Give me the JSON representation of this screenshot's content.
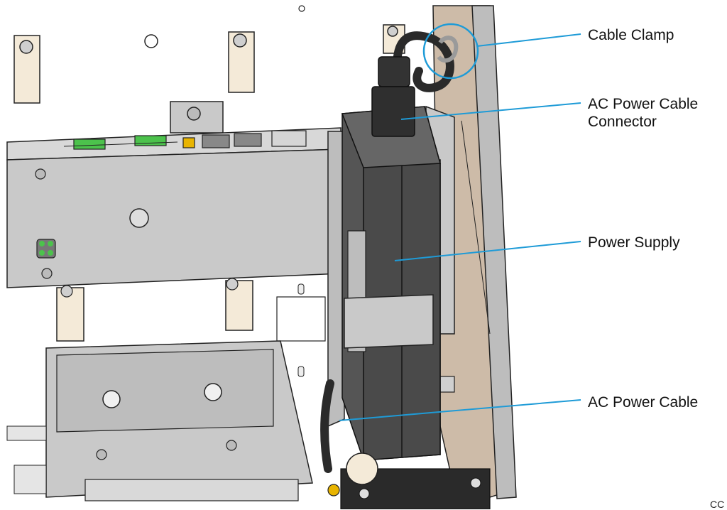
{
  "figure": {
    "callouts": [
      {
        "label": "Cable Clamp"
      },
      {
        "label": "AC Power Cable\nConnector"
      },
      {
        "label": "Power Supply"
      },
      {
        "label": "AC Power Cable"
      }
    ],
    "corner_code": "CC"
  },
  "colors": {
    "leader_line": "#1e9bd7",
    "panel_metal": "#c9c9c9",
    "panel_metal_dark": "#a8a8a8",
    "power_supply_body": "#555555",
    "cable": "#2a2a2a",
    "clip_beige": "#f4ead8",
    "connector_green": "#4cc24c",
    "side_wall_brown": "#cdbba8"
  }
}
